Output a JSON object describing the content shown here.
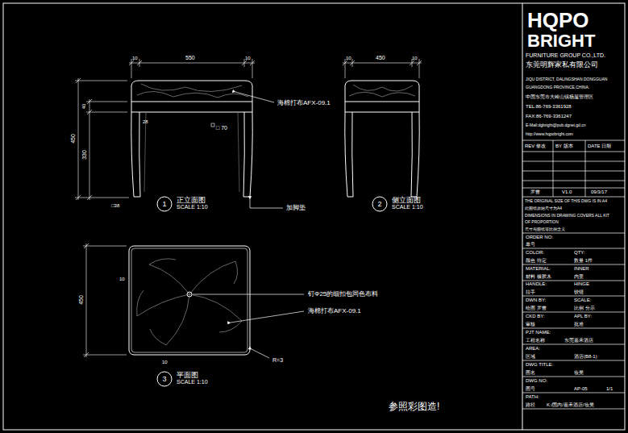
{
  "diagram": {
    "nodes": [
      {
        "text": [
          "1",
          "正立面图",
          "SCALE 1:10"
        ]
      },
      {
        "text": [
          "2",
          "侧立面图",
          "SCALE 1:10"
        ]
      },
      {
        "text": [
          "3",
          "平面图",
          "SCALE 1:10"
        ]
      }
    ],
    "labels": [
      "550",
      "10",
      "10",
      "450",
      "40",
      "330",
      "28",
      "□ 70",
      "□38",
      "海棉打布AFX-09.1",
      "加脚垫",
      "450",
      "10",
      "10",
      "450",
      "10",
      "10",
      "钉Φ25的细扣包同色布料",
      "海棉打布AFX-09.1",
      "R=3",
      "参照彩图造!",
      "HQPO",
      "BRIGHT",
      "FURNITURE GROUP CO.,LTD.",
      "东莞明辉家私有限公司",
      "JIQU DISTRICT, DALINGSHAN DONGGUAN",
      "GUANGDONG PROVINCE,CHINA.",
      "中国东莞市大岭山镇杨屋管理区",
      "TEL:86-769-3361928",
      "FAX:86-769-3361247",
      "E-Mail:dgbright@pub.dgnet.gd.cn",
      "http://www.hqpobright.com",
      "REV 修改",
      "BY 版本",
      "DATE 日期",
      "罗曾",
      "V1.0",
      "09/3/17",
      "THE ORIGINAL SIZE OF THIS DWG IS IN A4",
      "此图纸原始尺寸为A4",
      "DIMENSIONS IN DRAWING COVERS ALL KIT",
      "OF PROPORTION",
      "尺寸与图纸等比例含义",
      "ORDER NO:",
      "单号",
      "COLOR:",
      "QTY:",
      "颜色 待定",
      "数量 1件",
      "MATERIAL:",
      "INNER",
      "材料 橡胶木",
      "内里",
      "HANDLE:",
      "HINGE",
      "拉手",
      "铰链",
      "DWN BY:",
      "SCALE:",
      "绘图 罗曾",
      "比例 分示",
      "CKD BY:",
      "APL BY:",
      "审核",
      "批准",
      "PJT NAME:",
      "工程名称",
      "东莞嘉禾酒店",
      "AREA:",
      "区域",
      "酒店(B8-1)",
      "DWG TITLE:",
      "图名",
      "妆凳",
      "DWG NO:",
      "图号",
      "AP-05",
      "1/1",
      "PATH:",
      "路径",
      "K:/国内/嘉禾酒店/妆凳"
    ]
  }
}
